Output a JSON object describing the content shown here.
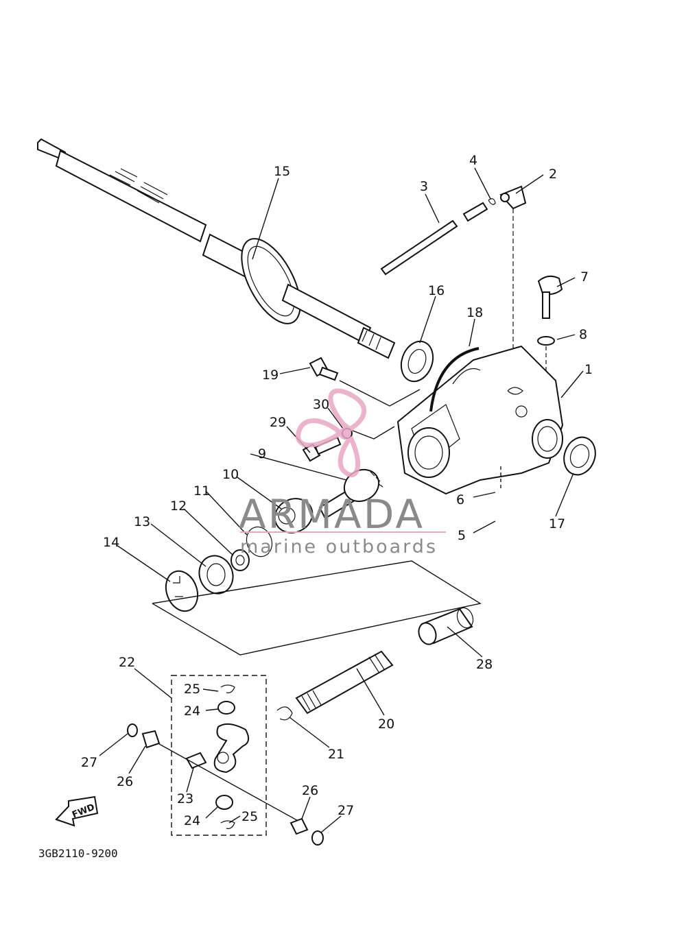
{
  "diagram": {
    "part_labels": {
      "p1": "1",
      "p2": "2",
      "p3": "3",
      "p4": "4",
      "p5": "5",
      "p6": "6",
      "p7": "7",
      "p8": "8",
      "p9": "9",
      "p10": "10",
      "p11": "11",
      "p12": "12",
      "p13": "13",
      "p14": "14",
      "p15": "15",
      "p16": "16",
      "p17": "17",
      "p18": "18",
      "p19": "19",
      "p20": "20",
      "p21": "21",
      "p22": "22",
      "p23": "23",
      "p24a": "24",
      "p24b": "24",
      "p25a": "25",
      "p25b": "25",
      "p26a": "26",
      "p26b": "26",
      "p27a": "27",
      "p27b": "27",
      "p28": "28",
      "p29": "29",
      "p30": "30"
    },
    "direction_label": "FWD",
    "diagram_code": "3GB2110-9200"
  },
  "watermark": {
    "brand": "ARMADA",
    "tagline": "marine outboards",
    "logo_color": "#e8a7c4",
    "text_color": "#8a8a8a"
  }
}
